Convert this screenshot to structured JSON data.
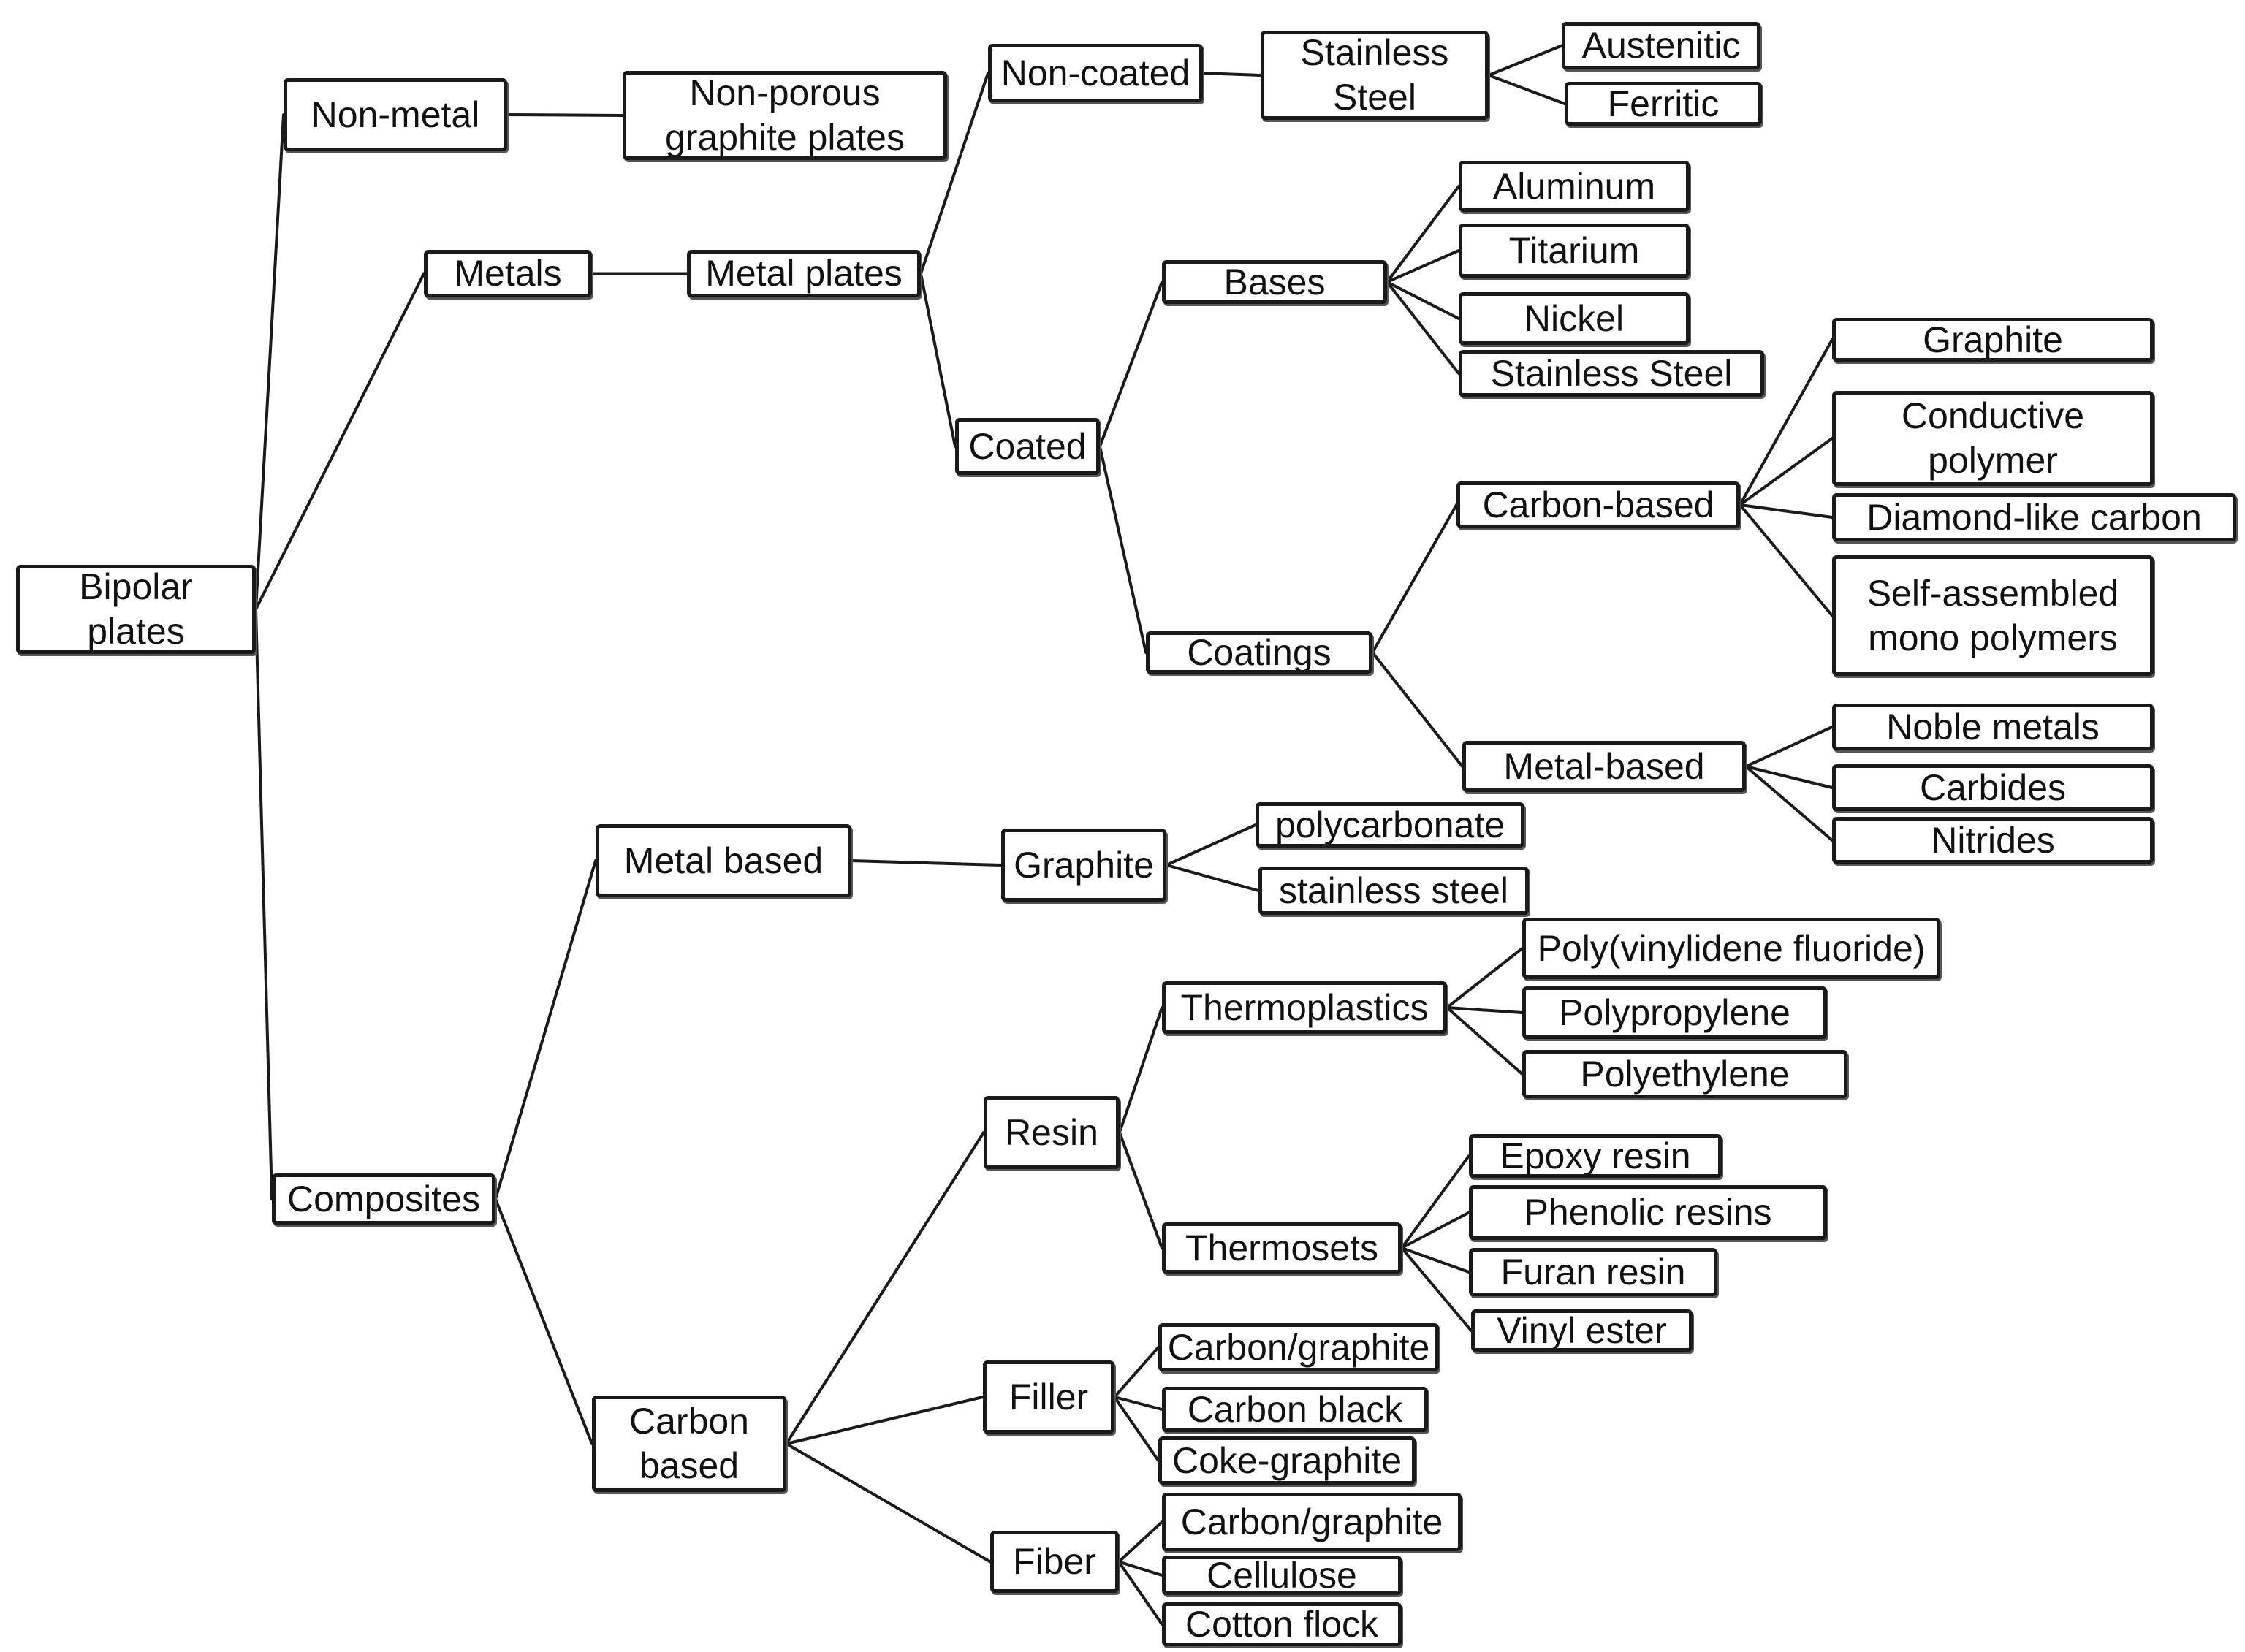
{
  "diagram": {
    "line_color": "#1a1a1a",
    "box_border_color": "#1a1a1a",
    "background": "#ffffff",
    "nodes": [
      {
        "id": "bipolar",
        "label": "Bipolar\nplates",
        "parent": null
      },
      {
        "id": "nonmetal",
        "label": "Non-metal",
        "parent": "bipolar"
      },
      {
        "id": "nonporous",
        "label": "Non-porous\ngraphite plates",
        "parent": "nonmetal"
      },
      {
        "id": "metals",
        "label": "Metals",
        "parent": "bipolar"
      },
      {
        "id": "metalplates",
        "label": "Metal plates",
        "parent": "metals"
      },
      {
        "id": "noncoated",
        "label": "Non-coated",
        "parent": "metalplates"
      },
      {
        "id": "stainless",
        "label": "Stainless\nSteel",
        "parent": "noncoated"
      },
      {
        "id": "austenitic",
        "label": "Austenitic",
        "parent": "stainless"
      },
      {
        "id": "ferritic",
        "label": "Ferritic",
        "parent": "stainless"
      },
      {
        "id": "coated",
        "label": "Coated",
        "parent": "metalplates"
      },
      {
        "id": "bases",
        "label": "Bases",
        "parent": "coated"
      },
      {
        "id": "aluminum",
        "label": "Aluminum",
        "parent": "bases"
      },
      {
        "id": "titarium",
        "label": "Titarium",
        "parent": "bases"
      },
      {
        "id": "nickel",
        "label": "Nickel",
        "parent": "bases"
      },
      {
        "id": "stainless2",
        "label": "Stainless Steel",
        "parent": "bases"
      },
      {
        "id": "coatings",
        "label": "Coatings",
        "parent": "coated"
      },
      {
        "id": "carbonbased",
        "label": "Carbon-based",
        "parent": "coatings"
      },
      {
        "id": "graphite1",
        "label": "Graphite",
        "parent": "carbonbased"
      },
      {
        "id": "condpoly",
        "label": "Conductive\npolymer",
        "parent": "carbonbased"
      },
      {
        "id": "dlc",
        "label": "Diamond-like carbon",
        "parent": "carbonbased"
      },
      {
        "id": "sam",
        "label": "Self-assembled\nmono polymers",
        "parent": "carbonbased"
      },
      {
        "id": "metalbased2",
        "label": "Metal-based",
        "parent": "coatings"
      },
      {
        "id": "noble",
        "label": "Noble metals",
        "parent": "metalbased2"
      },
      {
        "id": "carbides",
        "label": "Carbides",
        "parent": "metalbased2"
      },
      {
        "id": "nitrides",
        "label": "Nitrides",
        "parent": "metalbased2"
      },
      {
        "id": "composites",
        "label": "Composites",
        "parent": "bipolar"
      },
      {
        "id": "metalbased",
        "label": "Metal based",
        "parent": "composites"
      },
      {
        "id": "graphite2",
        "label": "Graphite",
        "parent": "metalbased"
      },
      {
        "id": "polycarb",
        "label": "polycarbonate",
        "parent": "graphite2"
      },
      {
        "id": "stainless3",
        "label": "stainless steel",
        "parent": "graphite2"
      },
      {
        "id": "carbonbased2",
        "label": "Carbon\nbased",
        "parent": "composites"
      },
      {
        "id": "resin",
        "label": "Resin",
        "parent": "carbonbased2"
      },
      {
        "id": "thermoplastics",
        "label": "Thermoplastics",
        "parent": "resin"
      },
      {
        "id": "pvdf",
        "label": "Poly(vinylidene fluoride)",
        "parent": "thermoplastics"
      },
      {
        "id": "pp",
        "label": "Polypropylene",
        "parent": "thermoplastics"
      },
      {
        "id": "pe",
        "label": "Polyethylene",
        "parent": "thermoplastics"
      },
      {
        "id": "thermosets",
        "label": "Thermosets",
        "parent": "resin"
      },
      {
        "id": "epoxy",
        "label": "Epoxy resin",
        "parent": "thermosets"
      },
      {
        "id": "phenolic",
        "label": "Phenolic resins",
        "parent": "thermosets"
      },
      {
        "id": "furan",
        "label": "Furan resin",
        "parent": "thermosets"
      },
      {
        "id": "vinyl",
        "label": "Vinyl ester",
        "parent": "thermosets"
      },
      {
        "id": "filler",
        "label": "Filler",
        "parent": "carbonbased2"
      },
      {
        "id": "cg1",
        "label": "Carbon/graphite",
        "parent": "filler"
      },
      {
        "id": "cblack",
        "label": "Carbon black",
        "parent": "filler"
      },
      {
        "id": "coke",
        "label": "Coke-graphite",
        "parent": "filler"
      },
      {
        "id": "fiber",
        "label": "Fiber",
        "parent": "carbonbased2"
      },
      {
        "id": "cg2",
        "label": "Carbon/graphite",
        "parent": "fiber"
      },
      {
        "id": "cellulose",
        "label": "Cellulose",
        "parent": "fiber"
      },
      {
        "id": "cotton",
        "label": "Cotton flock",
        "parent": "fiber"
      }
    ]
  }
}
